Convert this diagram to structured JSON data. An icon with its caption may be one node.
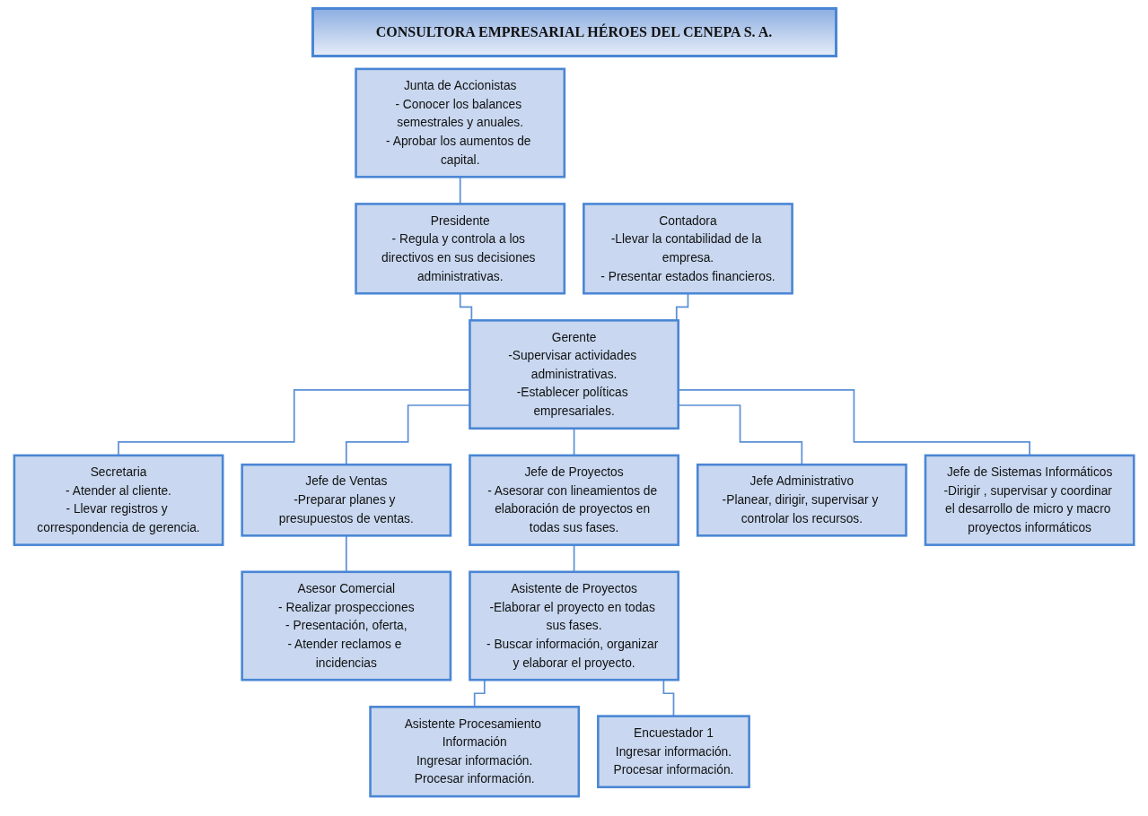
{
  "diagram": {
    "title": "CONSULTORA EMPRESARIAL HÉROES DEL CENEPA S. A.",
    "nodes": [
      {
        "text": [
          "Junta de Accionistas",
          "- Conocer los balances semestrales y anuales.",
          "- Aprobar los aumentos de capital."
        ]
      },
      {
        "text": [
          "Presidente",
          "- Regula y controla a los directivos en sus decisiones administrativas."
        ]
      },
      {
        "text": [
          "Contadora",
          "-Llevar la contabilidad de la empresa.",
          "- Presentar estados financieros."
        ]
      },
      {
        "text": [
          "Gerente",
          "-Supervisar actividades administrativas.",
          "-Establecer políticas empresariales."
        ]
      },
      {
        "text": [
          "Secretaria",
          "- Atender al cliente.",
          "- Llevar registros y correspondencia de gerencia."
        ]
      },
      {
        "text": [
          "Jefe de Ventas",
          "-Preparar planes y presupuestos de ventas."
        ]
      },
      {
        "text": [
          "Jefe de Proyectos",
          "- Asesorar con lineamientos de elaboración de proyectos en todas sus fases."
        ]
      },
      {
        "text": [
          "Jefe Administrativo",
          "-Planear, dirigir, supervisar y controlar los recursos."
        ]
      },
      {
        "text": [
          "Jefe de Sistemas Informáticos",
          "-Dirigir , supervisar y coordinar el desarrollo de micro y macro proyectos informáticos"
        ]
      },
      {
        "text": [
          "Asesor Comercial",
          "- Realizar prospecciones",
          "- Presentación, oferta,",
          "- Atender reclamos e incidencias"
        ]
      },
      {
        "text": [
          "Asistente de Proyectos",
          "-Elaborar el proyecto en todas sus fases.",
          "- Buscar información, organizar y elaborar el proyecto."
        ]
      },
      {
        "text": [
          "Asistente Procesamiento Información",
          "Ingresar información.",
          "Procesar información."
        ]
      },
      {
        "text": [
          "Encuestador 1",
          "Ingresar información.",
          "Procesar información."
        ]
      }
    ],
    "edges": [
      {
        "from": 0,
        "to": 1,
        "arrow": "none"
      },
      {
        "from": 1,
        "to": 3,
        "arrow": "none"
      },
      {
        "from": 2,
        "to": 3,
        "arrow": "none"
      },
      {
        "from": 3,
        "to": 4,
        "arrow": "none"
      },
      {
        "from": 3,
        "to": 5,
        "arrow": "none"
      },
      {
        "from": 3,
        "to": 6,
        "arrow": "none"
      },
      {
        "from": 3,
        "to": 7,
        "arrow": "none"
      },
      {
        "from": 3,
        "to": 8,
        "arrow": "none"
      },
      {
        "from": 5,
        "to": 9,
        "arrow": "none"
      },
      {
        "from": 6,
        "to": 10,
        "arrow": "none"
      },
      {
        "from": 10,
        "to": 11,
        "arrow": "none"
      },
      {
        "from": 10,
        "to": 12,
        "arrow": "none"
      }
    ]
  }
}
